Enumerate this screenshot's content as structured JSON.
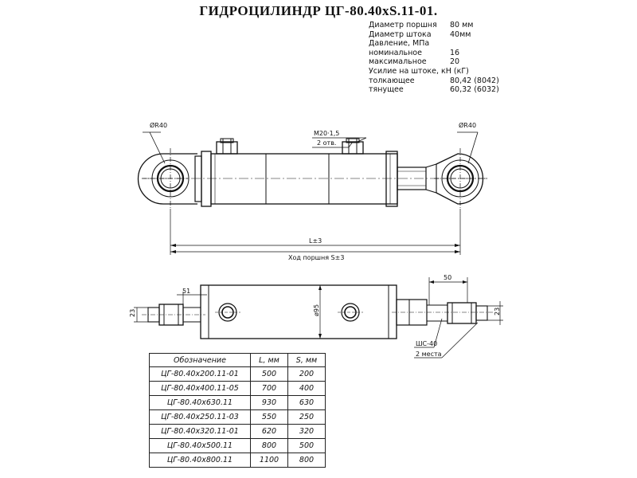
{
  "title": "ГИДРОЦИЛИНДР ЦГ-80.40хS.11-01.",
  "specs": [
    {
      "label": "Диаметр поршня",
      "value": "80 мм"
    },
    {
      "label": "Диаметр штока",
      "value": "40мм"
    },
    {
      "label": "Давление, МПа",
      "value": ""
    },
    {
      "label": "номинальное",
      "value": "16"
    },
    {
      "label": "максимальное",
      "value": "20"
    },
    {
      "label": "Усилие на штоке, кН (кГ)",
      "value": ""
    },
    {
      "label": "толкающее",
      "value": "80,42 (8042)"
    },
    {
      "label": "тянущее",
      "value": "60,32 (6032)"
    }
  ],
  "drawing": {
    "radius_left": "ØR40",
    "radius_right": "ØR40",
    "port_thread": "M20·1,5",
    "port_count": "2 отв.",
    "length": "L±3",
    "stroke": "Ход поршня S±3",
    "dim_51": "51",
    "dim_50": "50",
    "dim_23_left": "23",
    "dim_23_right": "23",
    "dim_95": "ø95",
    "joint_label": "ШС-40",
    "joint_count": "2 места"
  },
  "table": {
    "headers": [
      "Обозначение",
      "L, мм",
      "S, мм"
    ],
    "rows": [
      [
        "ЦГ-80.40х200.11-01",
        "500",
        "200"
      ],
      [
        "ЦГ-80.40х400.11-05",
        "700",
        "400"
      ],
      [
        "ЦГ-80.40х630.11",
        "930",
        "630"
      ],
      [
        "ЦГ-80.40х250.11-03",
        "550",
        "250"
      ],
      [
        "ЦГ-80.40х320.11-01",
        "620",
        "320"
      ],
      [
        "ЦГ-80.40х500.11",
        "800",
        "500"
      ],
      [
        "ЦГ-80.40х800.11",
        "1100",
        "800"
      ]
    ]
  }
}
